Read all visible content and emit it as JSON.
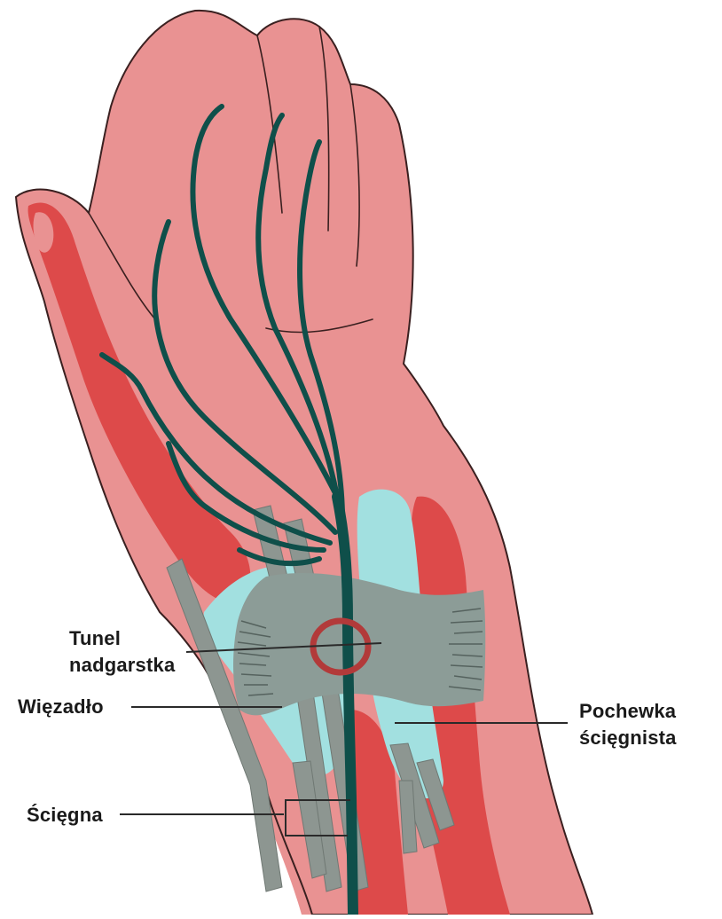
{
  "labels": {
    "carpal_tunnel_line1": "Tunel",
    "carpal_tunnel_line2": "nadgarstka",
    "ligament": "Więzadło",
    "tendon_sheath_line1": "Pochewka",
    "tendon_sheath_line2": "ścięgnista",
    "tendons": "Ścięgna"
  },
  "colors": {
    "skin": "#e99292",
    "skin_outline": "#3a2020",
    "muscle": "#dd4a4a",
    "nerve": "#0f4f4a",
    "ligament": "#8c9c97",
    "sheath": "#a2e0e0",
    "tendon": "#8d9691",
    "tunnel_ring": "#b23a3a"
  }
}
